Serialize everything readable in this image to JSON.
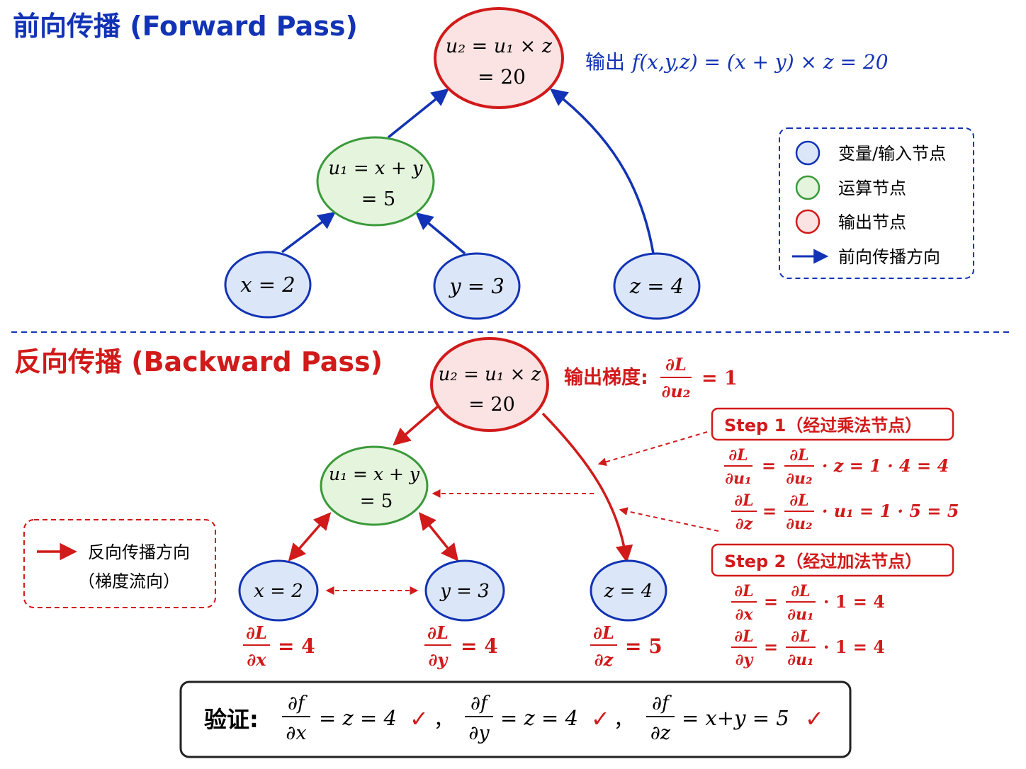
{
  "colors": {
    "blue": "#1233b5",
    "red": "#d11a1a",
    "green": "#3a9a3a",
    "var_fill": "#dbe7f8",
    "op_fill": "#e5f4dd",
    "out_fill": "#fbe3e3",
    "box_border": "#222222"
  },
  "forward": {
    "title": "前向传播 (Forward Pass)",
    "u2_line1": "u₂ = u₁ × z",
    "u2_line2": "= 20",
    "u1_line1": "u₁ = x + y",
    "u1_line2": "= 5",
    "x_label": "x = 2",
    "y_label": "y = 3",
    "z_label": "z = 4",
    "output_prefix": "输出",
    "output_formula": "f(x,y,z) = (x + y) × z  = 20"
  },
  "legend_forward": {
    "var_label": "变量/输入节点",
    "op_label": "运算节点",
    "out_label": "输出节点",
    "dir_label": "前向传播方向"
  },
  "backward": {
    "title": "反向传播 (Backward Pass)",
    "u2_line1": "u₂ = u₁ × z",
    "u2_line2": "= 20",
    "u1_line1": "u₁ = x + y",
    "u1_line2": "= 5",
    "x_label": "x = 2",
    "y_label": "y = 3",
    "z_label": "z = 4",
    "output_grad_prefix": "输出梯度:",
    "output_grad_num": "∂L",
    "output_grad_den": "∂u₂",
    "output_grad_rhs": "= 1",
    "grad_x_num": "∂L",
    "grad_x_den": "∂x",
    "grad_x_rhs": "= 4",
    "grad_y_num": "∂L",
    "grad_y_den": "∂y",
    "grad_y_rhs": "= 4",
    "grad_z_num": "∂L",
    "grad_z_den": "∂z",
    "grad_z_rhs": "= 5"
  },
  "steps": {
    "step1_label": "Step 1（经过乘法节点）",
    "step1_eq1": {
      "ln": "∂L",
      "ld": "∂u₁",
      "rn": "∂L",
      "rd": "∂u₂",
      "rest": "· z  = 1 · 4 = 4"
    },
    "step1_eq2": {
      "ln": "∂L",
      "ld": "∂z",
      "rn": "∂L",
      "rd": "∂u₂",
      "rest": "· u₁ = 1 · 5 = 5"
    },
    "step2_label": "Step 2（经过加法节点）",
    "step2_eq1": {
      "ln": "∂L",
      "ld": "∂x",
      "rn": "∂L",
      "rd": "∂u₁",
      "rest": "· 1 = 4"
    },
    "step2_eq2": {
      "ln": "∂L",
      "ld": "∂y",
      "rn": "∂L",
      "rd": "∂u₁",
      "rest": "· 1 = 4"
    }
  },
  "legend_backward": {
    "dir_label": "反向传播方向",
    "sub_label": "（梯度流向）"
  },
  "verify": {
    "prefix": "验证:",
    "t1_num": "∂f",
    "t1_den": "∂x",
    "t1_rhs": "= z = 4",
    "t2_num": "∂f",
    "t2_den": "∂y",
    "t2_rhs": "= z = 4",
    "t3_num": "∂f",
    "t3_den": "∂z",
    "t3_rhs": "= x+y = 5",
    "check": "✓",
    "sep": "，"
  }
}
